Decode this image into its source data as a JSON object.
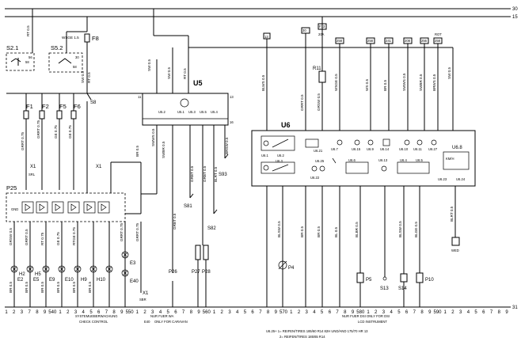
{
  "busbars": [
    "30",
    "15",
    "31"
  ],
  "components": {
    "s2_1": "S2.1",
    "s5_2": "S5.2",
    "f8": "F8",
    "f1": "F1",
    "f2": "F2",
    "f5": "F5",
    "f6": "F6",
    "s8": "S8",
    "x1": "X1",
    "p25": "P25",
    "u5": "U5",
    "u6": "U6",
    "u6_8": "U6.8",
    "u6_1": "U6.1",
    "u6_2": "U6.2",
    "u6_3": "U6.3",
    "u6_21": "U6.21",
    "u6_22": "U6.22",
    "u6_25": "U6.25",
    "u6_6": "U6.6",
    "u6_13": "U6.13",
    "u6_4": "U6.4",
    "u6_5": "U6.5",
    "u6_7": "U6.7",
    "u6_15": "U6.15",
    "u6_9": "U6.9",
    "u6_14": "U6.14",
    "u6_10": "U6.10",
    "u6_11": "U6.11",
    "u6_27": "U6.27",
    "u6_23": "U6.23",
    "u6_24": "U6.24",
    "u5_1": "U5.1",
    "u5_2": "U5.2",
    "u5_3": "U5.3",
    "u5_4": "U5.4",
    "u5_5": "U5.5",
    "r11": "R11",
    "s81": "S81",
    "s82": "S82",
    "s93": "S93",
    "p26": "P26",
    "p27": "P27",
    "p28": "P28",
    "e3": "E3",
    "e40": "E40",
    "h2": "H2",
    "h5": "H5",
    "h9": "H9",
    "h10": "H10",
    "e2": "E2",
    "e5": "E5",
    "e9": "E9",
    "e10": "E10",
    "p4": "P4",
    "p5": "P5",
    "p10": "P10",
    "s13": "S13",
    "s14": "S14",
    "gnd": "GND",
    "kmh": "KM/H"
  },
  "top_connectors": [
    "13",
    "13",
    "30",
    "F13",
    "20A",
    "F10",
    "15",
    "258",
    "258",
    "241",
    "208",
    "256",
    "258",
    "ROT",
    "210"
  ],
  "wires": {
    "rt05": "RT 0.5",
    "ws_ge": "WSGE 1.5",
    "sw05": "SW 0.5",
    "blws05": "BLWS 0.5",
    "grrt05": "GRRT 0.5",
    "grsw05": "GRSW 0.5",
    "wsge05": "WSGE 0.5",
    "ws05": "WS 0.5",
    "br05": "BR 0.5",
    "swws05": "SWWS 0.5",
    "swbr05": "SWBR 0.5",
    "brws05": "BRWS 0.5",
    "ge075": "GE 0.75",
    "grrt075": "GRRT 0.75",
    "rt075": "RT 0.75",
    "rtge075": "RTGE 0.75",
    "sw075": "SW 0.75",
    "bl05": "BL 0.5",
    "blsw05": "BLSW 0.5",
    "blbr05": "BLBR 0.5",
    "blge05": "BLGE 0.5",
    "brrt075": "BRRT 0.75",
    "grbt05": "GRBT 0.5",
    "blrt05": "BLRT 0.5",
    "brsw05": "BRSW 0.5",
    "sw05b": "SW 0.5"
  },
  "bottom_numbers": [
    "1",
    "2",
    "3",
    "7",
    "8",
    "9",
    "540",
    "1",
    "2",
    "3",
    "4",
    "5",
    "6",
    "7",
    "8",
    "9",
    "550",
    "1",
    "2",
    "3",
    "4",
    "5",
    "6",
    "7",
    "8",
    "9",
    "560",
    "1",
    "2",
    "3",
    "4",
    "5",
    "6",
    "7",
    "8",
    "9",
    "570",
    "1",
    "2",
    "3",
    "4",
    "5",
    "6",
    "7",
    "8",
    "9",
    "580",
    "1",
    "2",
    "3",
    "4",
    "5",
    "6",
    "7",
    "8",
    "9",
    "590",
    "1",
    "2",
    "3",
    "4",
    "5",
    "6",
    "7",
    "8",
    "9"
  ],
  "notes": {
    "systemcheck_de": "SYSTEMUEBERWACHUNG",
    "systemcheck_en": "CHECK CONTROL",
    "caravan_de": "NUR FUER WA",
    "caravan_en": "ONLY FOR CARAVAN",
    "e40_pre": "E40",
    "dsi_de": "NUR FUER DSI  ONLY FOR DSI",
    "lcd": "LCD INSTRUMENT",
    "foot1": "U6.25+ 1= REIFEN/TIRES 185/60 R14 82H UND/AND 175/70 HR 13",
    "foot2": "2= REIFEN/TIRES 185/65 R14",
    "sbr": "SBR",
    "wed": "WED"
  },
  "colors": {
    "line": "#000000",
    "background": "#ffffff"
  }
}
